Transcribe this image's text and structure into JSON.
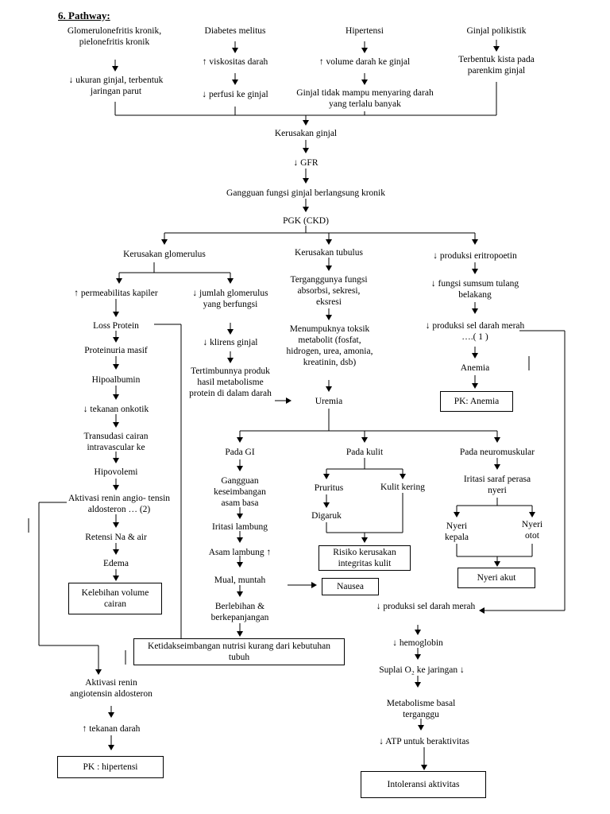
{
  "heading": "6. Pathway:",
  "causes": {
    "glomerulo": "Glomerulonefritis kronik, pielonefritis kronik",
    "glomerulo_effect": "↓ ukuran ginjal, terbentuk jaringan parut",
    "diabetes": "Diabetes melitus",
    "diabetes_1": "↑ viskositas darah",
    "diabetes_2": "↓ perfusi ke ginjal",
    "hipertensi": "Hipertensi",
    "hipertensi_1": "↑ volume darah ke ginjal",
    "hipertensi_2": "Ginjal tidak mampu menyaring darah yang terlalu banyak",
    "polikistik": "Ginjal polikistik",
    "polikistik_1": "Terbentuk kista pada parenkim ginjal"
  },
  "core": {
    "kerusakan": "Kerusakan ginjal",
    "gfr": "↓ GFR",
    "gangguan": "Gangguan fungsi ginjal berlangsung kronik",
    "pgk": "PGK (CKD)"
  },
  "glomerulus": {
    "title": "Kerusakan glomerulus",
    "permeabilitas": "↑ permeabilitas kapiler",
    "loss_protein": "Loss Protein",
    "proteinuria": "Proteinuria masif",
    "hipoalbumin": "Hipoalbumin",
    "onkotik": "↓ tekanan onkotik",
    "transudasi": "Transudasi cairan intravascular ke",
    "hipovolemi": "Hipovolemi",
    "renin": "Aktivasi renin angio- tensin aldosteron … (2)",
    "retensi": "Retensi Na & air",
    "edema": "Edema",
    "kelebihan": "Kelebihan volume cairan",
    "jumlah": "↓ jumlah glomerulus yang berfungsi",
    "klirens": "↓ klirens ginjal",
    "tertimbun": "Tertimbunnya produk hasil metabolisme protein di dalam darah"
  },
  "tubulus": {
    "title": "Kerusakan tubulus",
    "terganggu": "Terganggunya fungsi absorbsi, sekresi, eksresi",
    "menumpuk": "Menumpuknya toksik metabolit (fosfat, hidrogen, urea, amonia, kreatinin, dsb)",
    "uremia": "Uremia"
  },
  "eritro": {
    "title": "↓ produksi eritropoetin",
    "sumsum": "↓ fungsi sumsum tulang belakang",
    "sel_darah": "↓ produksi sel darah merah ….( 1 )",
    "anemia": "Anemia",
    "pk_anemia": "PK: Anemia"
  },
  "gi": {
    "title": "Pada GI",
    "asam_basa": "Gangguan keseimbangan asam basa",
    "iritasi": "Iritasi lambung",
    "asam": "Asam lambung ↑",
    "mual": "Mual, muntah",
    "berlebihan": "Berlebihan & berkepanjangan",
    "nausea": "Nausea",
    "nutrisi": "Ketidakseimbangan nutrisi kurang dari kebutuhan tubuh"
  },
  "kulit": {
    "title": "Pada kulit",
    "pruritus": "Pruritus",
    "kering": "Kulit kering",
    "digaruk": "Digaruk",
    "risiko": "Risiko kerusakan integritas kulit"
  },
  "neuro": {
    "title": "Pada neuromuskular",
    "iritasi_saraf": "Iritasi saraf perasa nyeri",
    "kepala": "Nyeri kepala",
    "otot": "Nyeri otot",
    "nyeri_akut": "Nyeri akut"
  },
  "oxygen": {
    "sel_darah": "↓ produksi sel darah merah",
    "hemoglobin": "↓ hemoglobin",
    "suplai": "Suplai O₂ ke jaringan ↓",
    "metabolisme": "Metabolisme basal terganggu",
    "atp": "↓ ATP untuk beraktivitas",
    "intoleransi": "Intoleransi aktivitas"
  },
  "renin_path": {
    "aktivasi": "Aktivasi renin angiotensin aldosteron",
    "tekanan": "↑ tekanan darah",
    "pk_hipertensi": "PK : hipertensi"
  }
}
